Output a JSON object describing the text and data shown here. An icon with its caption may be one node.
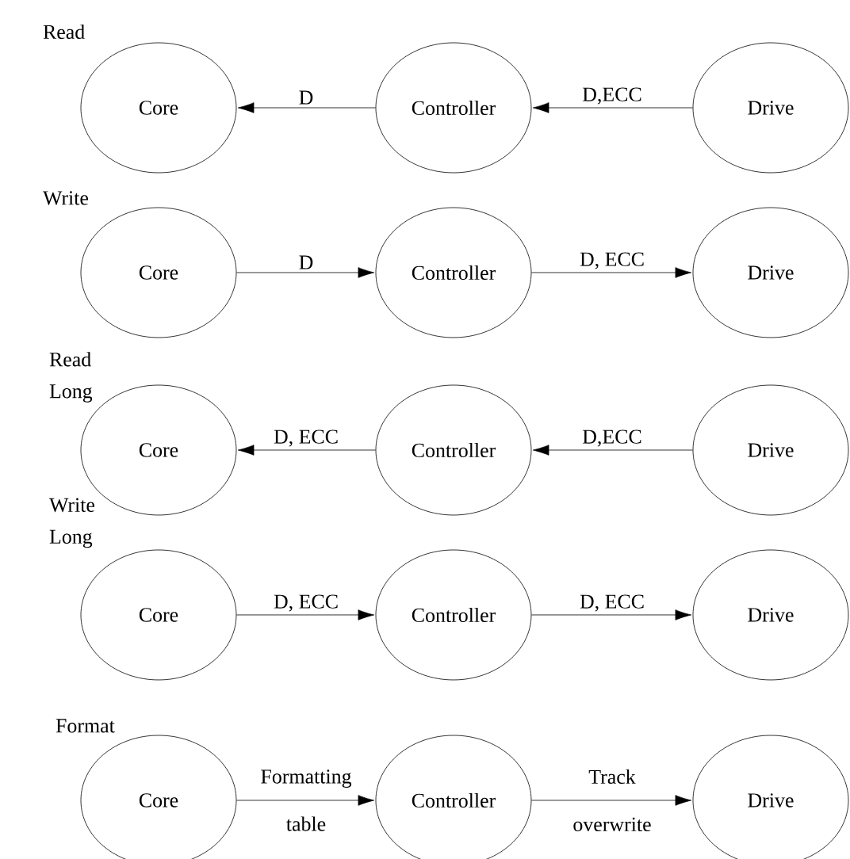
{
  "diagram": {
    "nodes": [
      {
        "text": [
          "Core"
        ]
      },
      {
        "text": [
          "Controller"
        ]
      },
      {
        "text": [
          "Drive"
        ]
      },
      {
        "text": [
          "Core"
        ]
      },
      {
        "text": [
          "Controller"
        ]
      },
      {
        "text": [
          "Drive"
        ]
      },
      {
        "text": [
          "Core"
        ]
      },
      {
        "text": [
          "Controller"
        ]
      },
      {
        "text": [
          "Drive"
        ]
      },
      {
        "text": [
          "Core"
        ]
      },
      {
        "text": [
          "Controller"
        ]
      },
      {
        "text": [
          "Drive"
        ]
      },
      {
        "text": [
          "Core"
        ]
      },
      {
        "text": [
          "Controller"
        ]
      },
      {
        "text": [
          "Drive"
        ]
      }
    ],
    "edges": [
      {
        "from": 1,
        "to": 0,
        "arrow": "to",
        "label": "D"
      },
      {
        "from": 2,
        "to": 1,
        "arrow": "to",
        "label": "D,ECC"
      },
      {
        "from": 3,
        "to": 4,
        "arrow": "to",
        "label": "D"
      },
      {
        "from": 4,
        "to": 5,
        "arrow": "to",
        "label": "D, ECC"
      },
      {
        "from": 7,
        "to": 6,
        "arrow": "to",
        "label": "D, ECC"
      },
      {
        "from": 8,
        "to": 7,
        "arrow": "to",
        "label": "D,ECC"
      },
      {
        "from": 9,
        "to": 10,
        "arrow": "to",
        "label": "D, ECC"
      },
      {
        "from": 10,
        "to": 11,
        "arrow": "to",
        "label": "D, ECC"
      },
      {
        "from": 12,
        "to": 13,
        "arrow": "to",
        "label": "Formatting table"
      },
      {
        "from": 13,
        "to": 14,
        "arrow": "to",
        "label": "Track overwrite"
      }
    ],
    "labels": [
      "Read",
      "Write",
      "Read Long",
      "Write Long",
      "Format"
    ]
  }
}
